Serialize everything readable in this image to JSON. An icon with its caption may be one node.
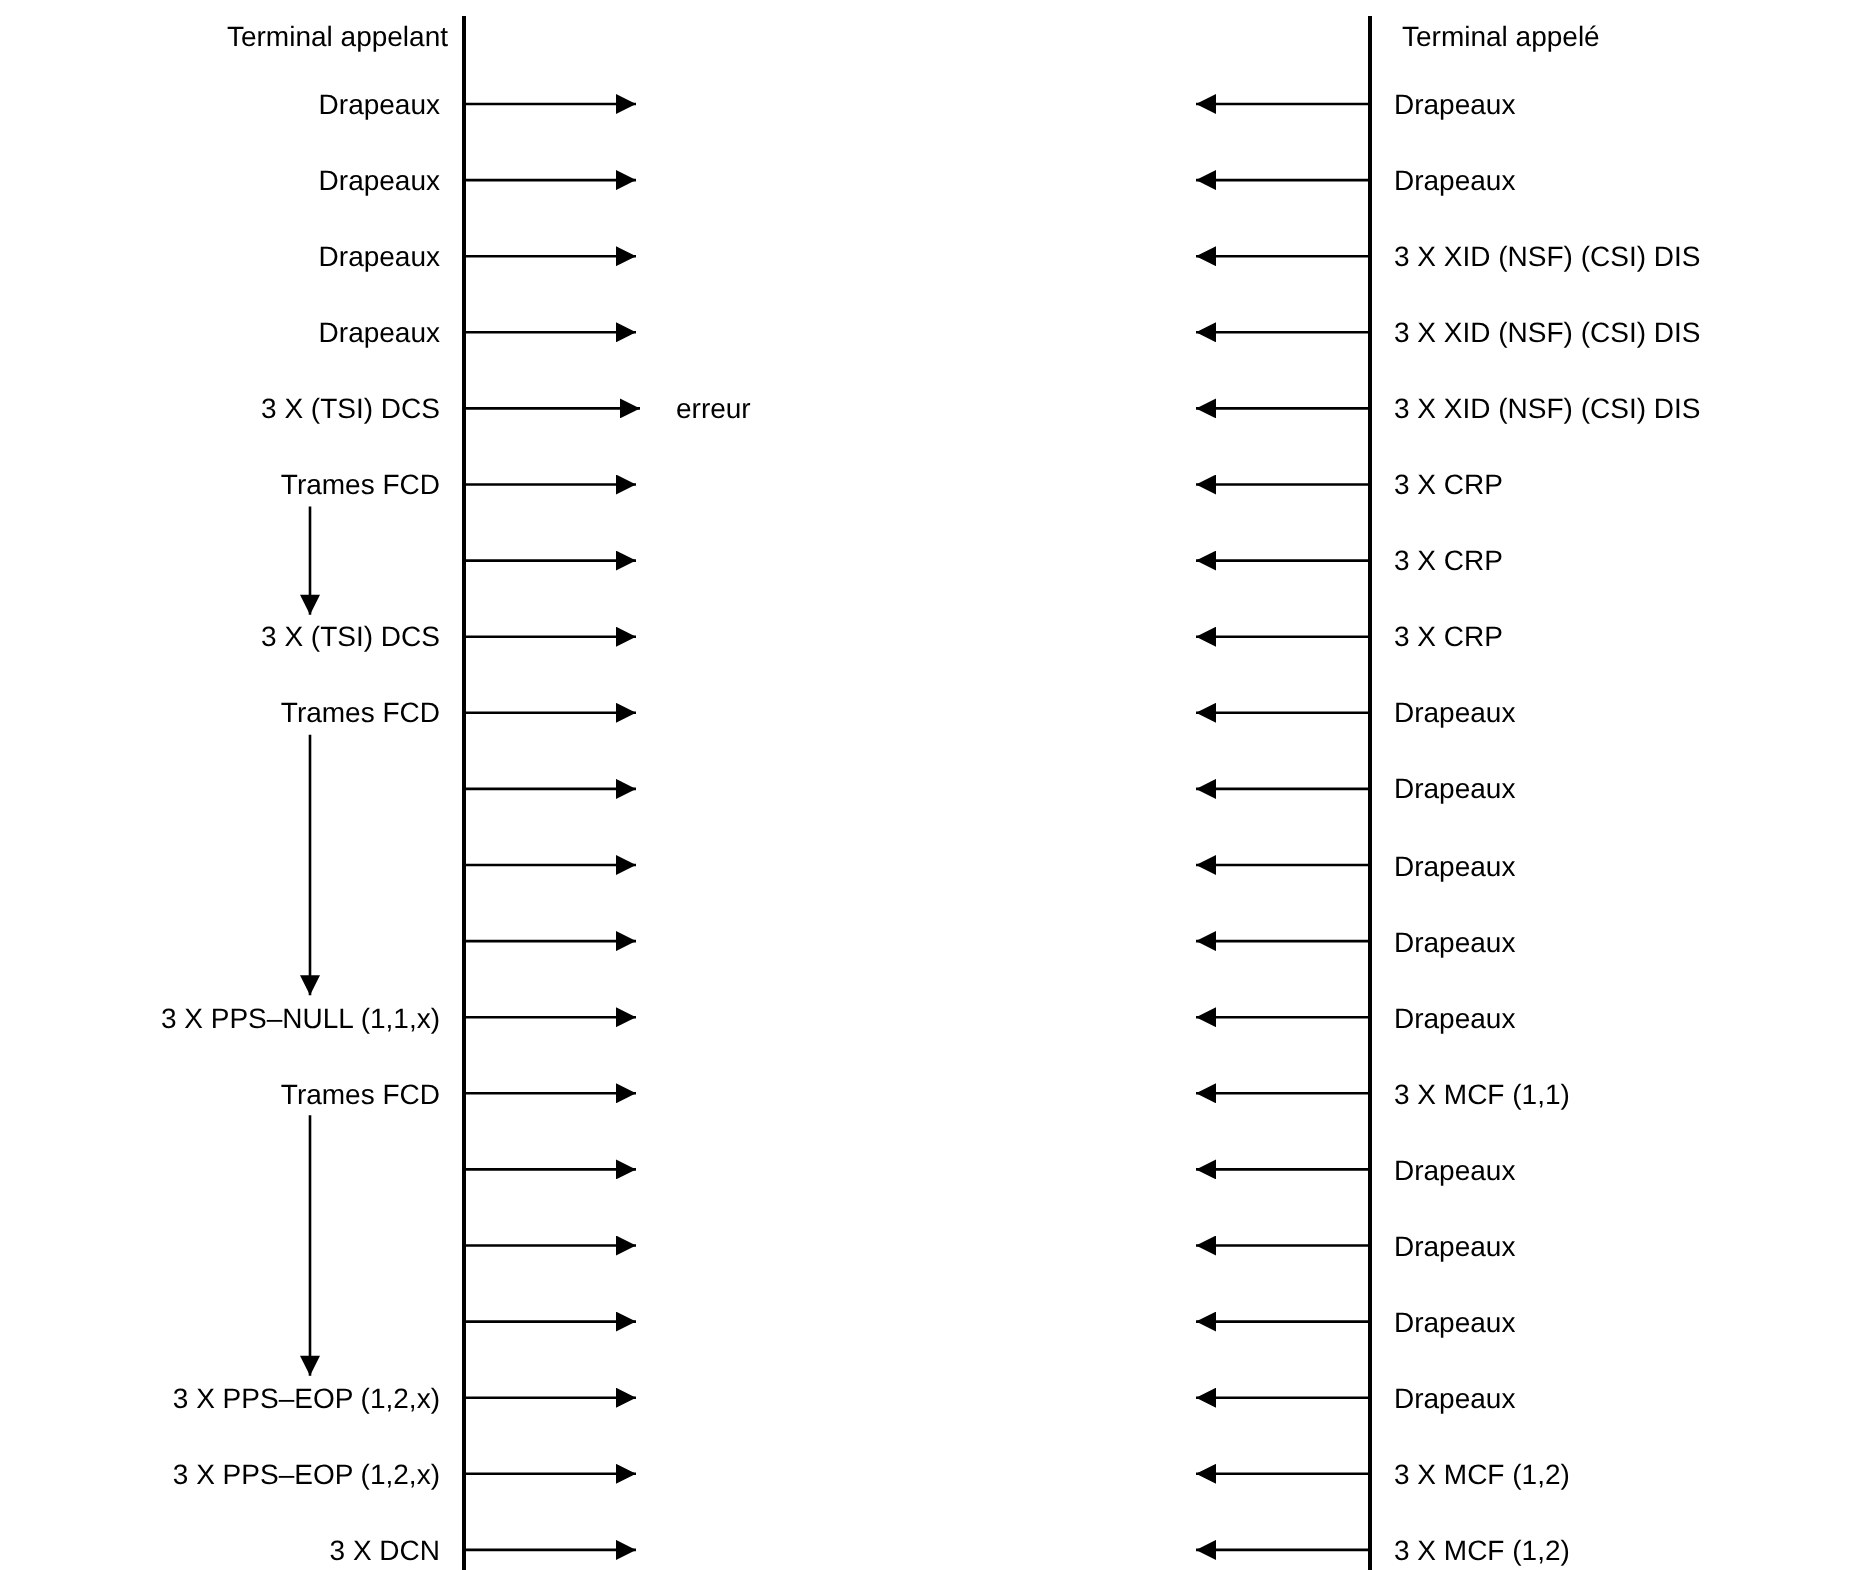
{
  "diagram": {
    "nodes": [
      {
        "text": [],
        "shape": "line",
        "beside": [
          "Terminal appelant"
        ]
      },
      {
        "text": [],
        "shape": "line",
        "beside": [
          "Terminal appelé"
        ]
      },
      {
        "text": [
          "erreur"
        ]
      },
      {
        "text": [
          "Trames FCD"
        ]
      },
      {
        "text": [
          "3 X (TSI) DCS"
        ]
      },
      {
        "text": [
          "Trames FCD"
        ]
      },
      {
        "text": [
          "3 X PPS–NULL (1,1,x)"
        ]
      },
      {
        "text": [
          "Trames FCD"
        ]
      },
      {
        "text": [
          "3 X PPS–EOP (1,2,x)"
        ]
      }
    ],
    "edges": [
      {
        "from": 0,
        "to": null,
        "arrow": "to"
      },
      {
        "from": 1,
        "to": null,
        "arrow": "to"
      },
      {
        "from": 0,
        "to": null,
        "arrow": "to"
      },
      {
        "from": 1,
        "to": null,
        "arrow": "to"
      },
      {
        "from": 0,
        "to": null,
        "arrow": "to"
      },
      {
        "from": 1,
        "to": null,
        "arrow": "to"
      },
      {
        "from": 0,
        "to": null,
        "arrow": "to"
      },
      {
        "from": 1,
        "to": null,
        "arrow": "to"
      },
      {
        "from": 0,
        "to": 2,
        "arrow": "to"
      },
      {
        "from": 1,
        "to": null,
        "arrow": "to"
      },
      {
        "from": 0,
        "to": null,
        "arrow": "to"
      },
      {
        "from": 1,
        "to": null,
        "arrow": "to"
      },
      {
        "from": 0,
        "to": null,
        "arrow": "to"
      },
      {
        "from": 1,
        "to": null,
        "arrow": "to"
      },
      {
        "from": 0,
        "to": null,
        "arrow": "to"
      },
      {
        "from": 1,
        "to": null,
        "arrow": "to"
      },
      {
        "from": 0,
        "to": null,
        "arrow": "to"
      },
      {
        "from": 1,
        "to": null,
        "arrow": "to"
      },
      {
        "from": 0,
        "to": null,
        "arrow": "to"
      },
      {
        "from": 1,
        "to": null,
        "arrow": "to"
      },
      {
        "from": 0,
        "to": null,
        "arrow": "to"
      },
      {
        "from": 1,
        "to": null,
        "arrow": "to"
      },
      {
        "from": 0,
        "to": null,
        "arrow": "to"
      },
      {
        "from": 1,
        "to": null,
        "arrow": "to"
      },
      {
        "from": 0,
        "to": null,
        "arrow": "to"
      },
      {
        "from": 1,
        "to": null,
        "arrow": "to"
      },
      {
        "from": 0,
        "to": null,
        "arrow": "to"
      },
      {
        "from": 1,
        "to": null,
        "arrow": "to"
      },
      {
        "from": 0,
        "to": null,
        "arrow": "to"
      },
      {
        "from": 1,
        "to": null,
        "arrow": "to"
      },
      {
        "from": 0,
        "to": null,
        "arrow": "to"
      },
      {
        "from": 1,
        "to": null,
        "arrow": "to"
      },
      {
        "from": 0,
        "to": null,
        "arrow": "to"
      },
      {
        "from": 1,
        "to": null,
        "arrow": "to"
      },
      {
        "from": 0,
        "to": null,
        "arrow": "to"
      },
      {
        "from": 1,
        "to": null,
        "arrow": "to"
      },
      {
        "from": 0,
        "to": null,
        "arrow": "to"
      },
      {
        "from": 1,
        "to": null,
        "arrow": "to"
      },
      {
        "from": 0,
        "to": null,
        "arrow": "to"
      },
      {
        "from": 1,
        "to": null,
        "arrow": "to"
      },
      {
        "from": 3,
        "to": 4,
        "arrow": "to"
      },
      {
        "from": 5,
        "to": 6,
        "arrow": "to"
      },
      {
        "from": 7,
        "to": 8,
        "arrow": "to"
      }
    ],
    "labels": [
      "Drapeaux",
      "Drapeaux",
      "Drapeaux",
      "Drapeaux",
      "Drapeaux",
      "3 X XID (NSF) (CSI) DIS",
      "Drapeaux",
      "3 X XID (NSF) (CSI) DIS",
      "3 X (TSI) DCS",
      "3 X XID (NSF) (CSI) DIS",
      "3 X CRP",
      "3 X CRP",
      "3 X CRP",
      "Drapeaux",
      "Drapeaux",
      "Drapeaux",
      "Drapeaux",
      "Drapeaux",
      "3 X MCF (1,1)",
      "Drapeaux",
      "Drapeaux",
      "Drapeaux",
      "Drapeaux",
      "3 X PPS–EOP (1,2,x)",
      "3 X MCF (1,2)",
      "3 X DCN",
      "3 X MCF (1,2)"
    ]
  }
}
